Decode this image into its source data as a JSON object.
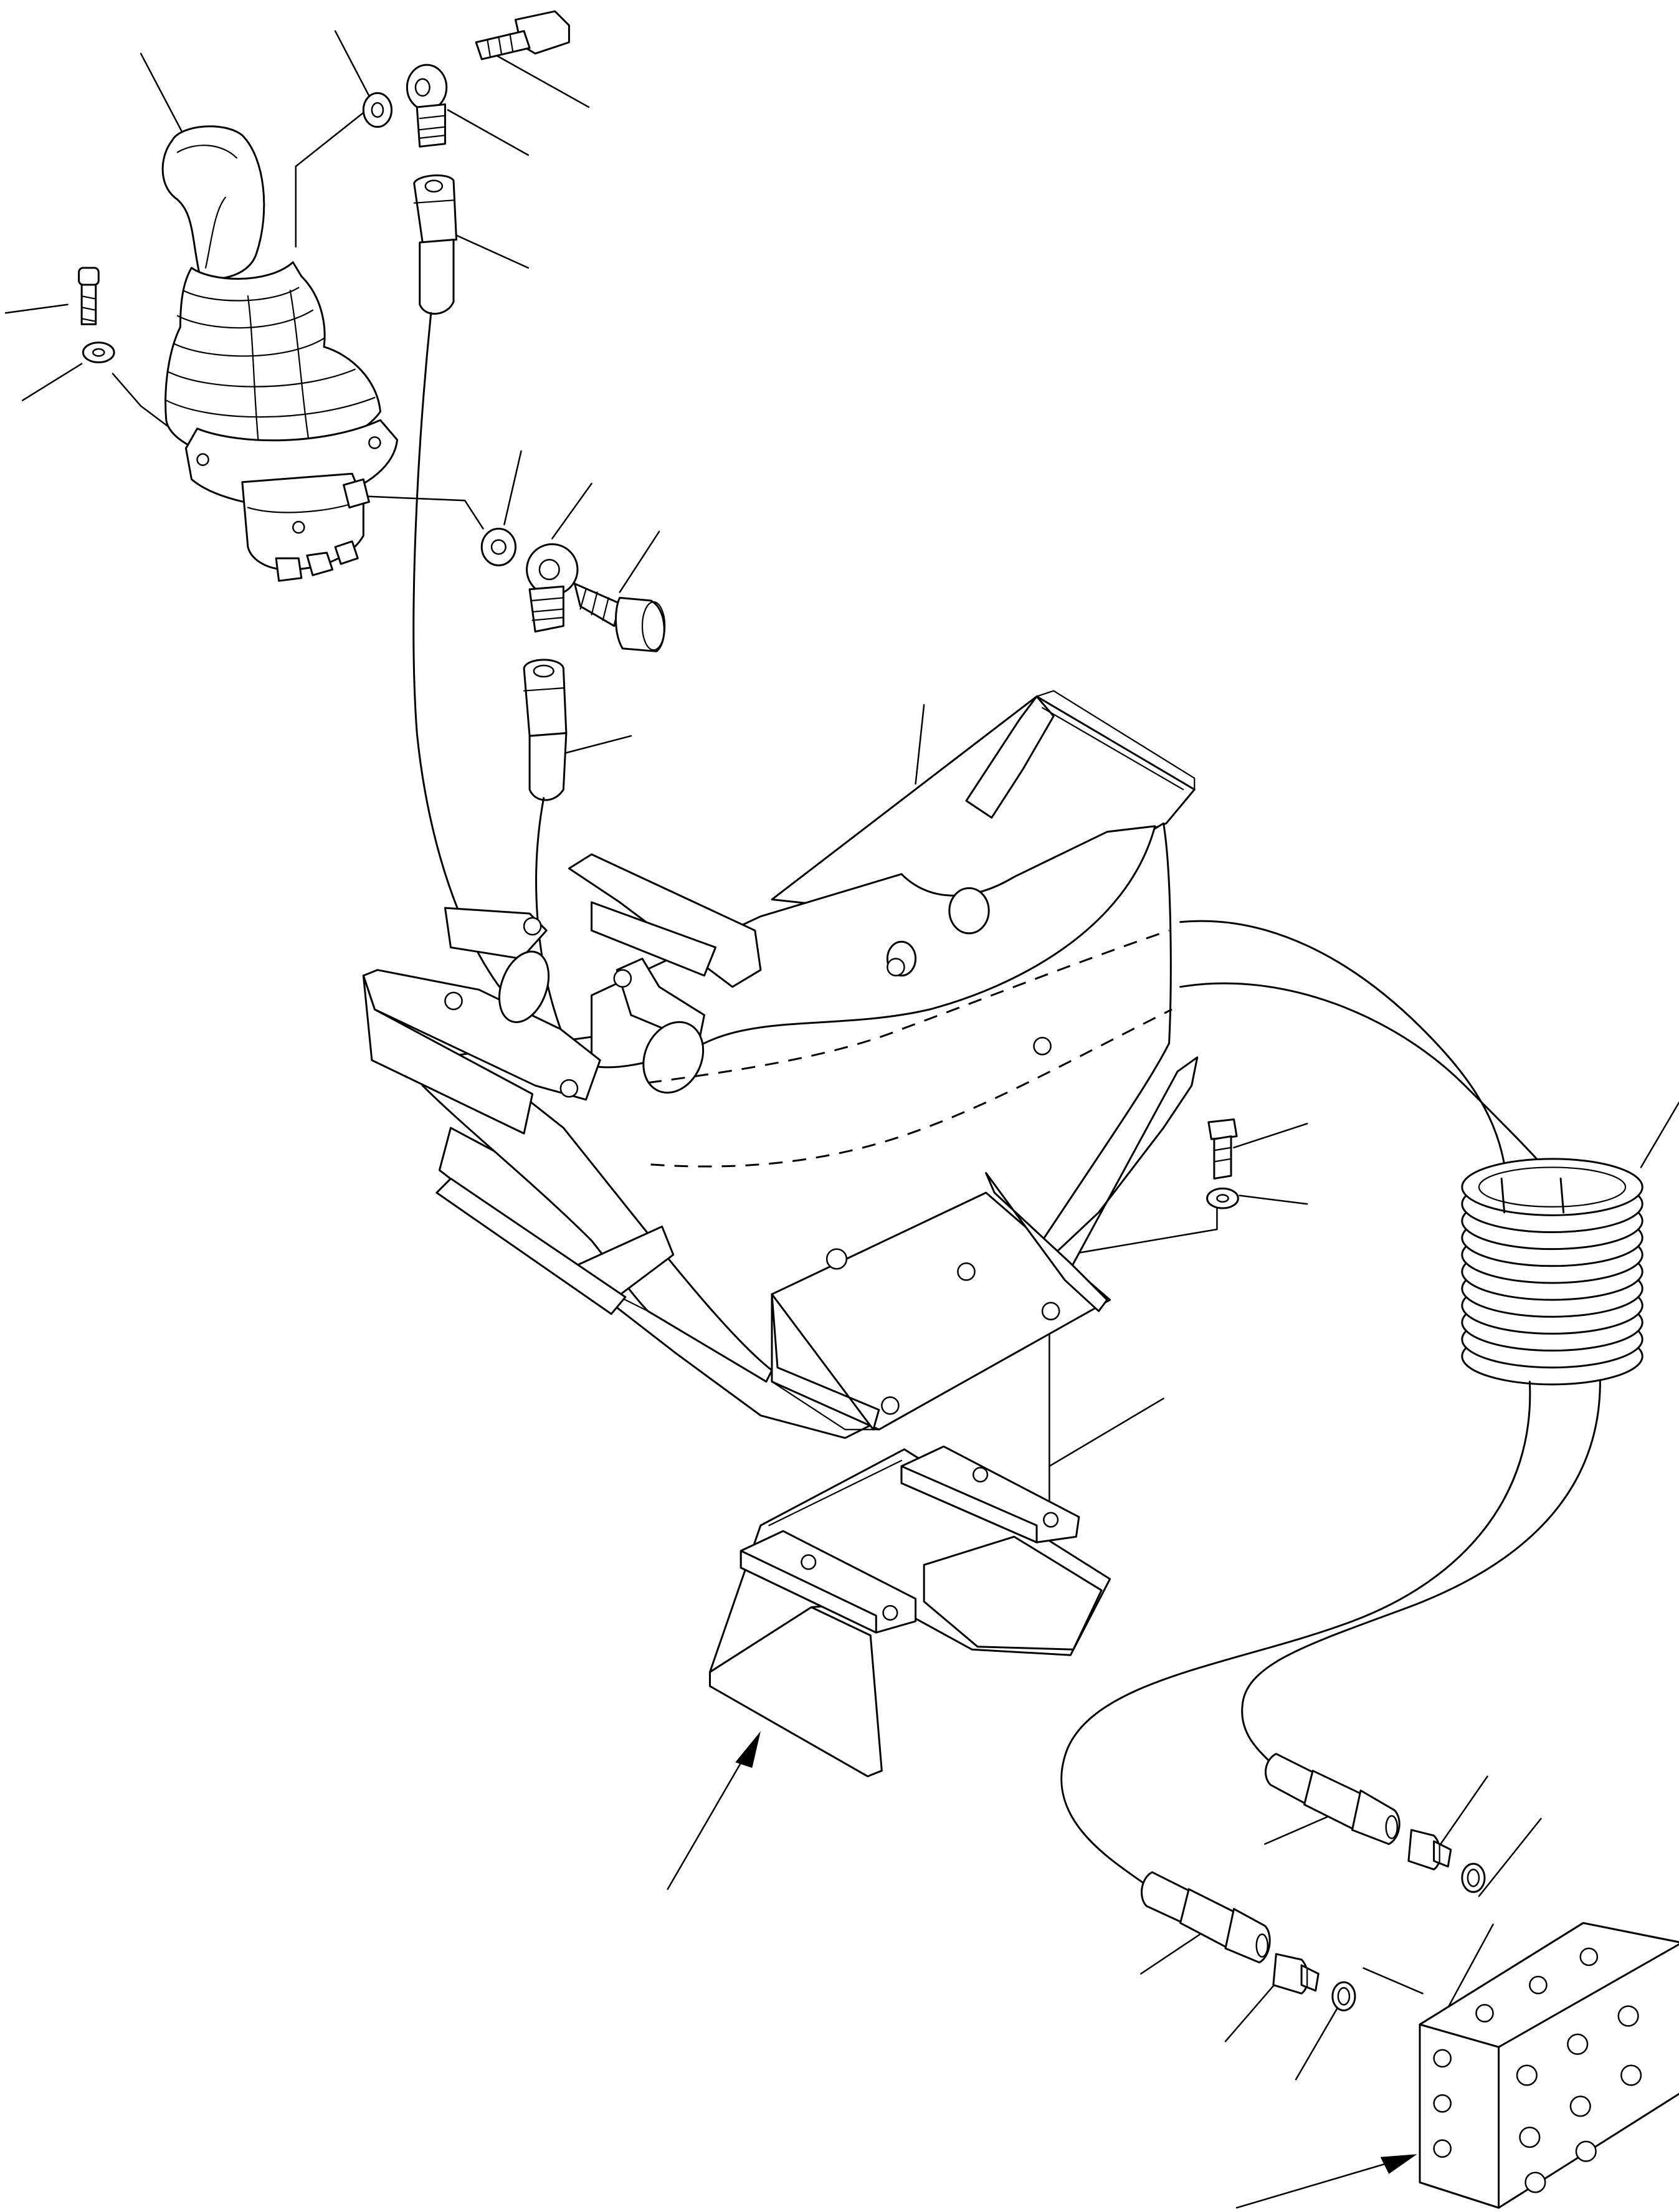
{
  "figure": {
    "type": "exploded parts diagram",
    "labels_printed": false,
    "line_color": "#000000",
    "background": "#ffffff"
  },
  "parts": [
    {
      "id": "joystick-lever"
    },
    {
      "id": "lever-rubber-boot"
    },
    {
      "id": "pilot-valve-body"
    },
    {
      "id": "mount-bolt-left"
    },
    {
      "id": "mount-washer-left"
    },
    {
      "id": "banjo-fitting-upper"
    },
    {
      "id": "banjo-bolt-upper"
    },
    {
      "id": "seal-washer-upper"
    },
    {
      "id": "hose-end-upper"
    },
    {
      "id": "banjo-fitting-middle"
    },
    {
      "id": "banjo-bolt-middle"
    },
    {
      "id": "seal-washer-middle"
    },
    {
      "id": "hose-end-middle"
    },
    {
      "id": "control-console-bracket"
    },
    {
      "id": "console-bolt"
    },
    {
      "id": "console-washer"
    },
    {
      "id": "floor-mount-plate"
    },
    {
      "id": "coiled-hose-bundle"
    },
    {
      "id": "hose-end-lower-a"
    },
    {
      "id": "adapter-lower-a"
    },
    {
      "id": "o-ring-lower-a"
    },
    {
      "id": "hose-end-lower-b"
    },
    {
      "id": "adapter-lower-b"
    },
    {
      "id": "o-ring-lower-b"
    },
    {
      "id": "manifold-block"
    }
  ]
}
